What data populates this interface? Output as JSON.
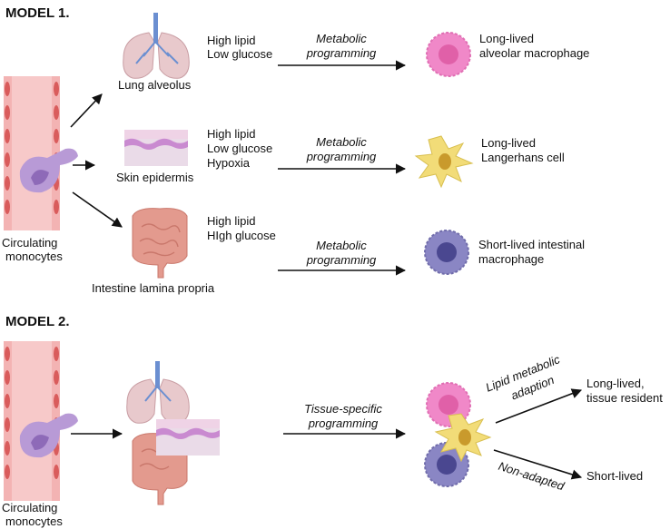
{
  "model1": {
    "title": "MODEL 1.",
    "vessel_label": [
      "Circulating",
      "monocytes"
    ],
    "rows": [
      {
        "tissue": "Lung alveolus",
        "conditions": [
          "High lipid",
          "Low glucose"
        ],
        "process": [
          "Metabolic",
          "programming"
        ],
        "outcome": [
          "Long-lived",
          "alveolar macrophage"
        ],
        "cell_color": "#f088c8"
      },
      {
        "tissue": "Skin epidermis",
        "conditions": [
          "High lipid",
          "Low glucose",
          "Hypoxia"
        ],
        "process": [
          "Metabolic",
          "programming"
        ],
        "outcome": [
          "Long-lived",
          "Langerhans cell"
        ],
        "cell_color": "#f2dc78"
      },
      {
        "tissue": "Intestine lamina propria",
        "conditions": [
          "High lipid",
          "HIgh glucose"
        ],
        "process": [
          "Metabolic",
          "programming"
        ],
        "outcome": [
          "Short-lived intestinal",
          "macrophage"
        ],
        "cell_color": "#8a86c4"
      }
    ]
  },
  "model2": {
    "title": "MODEL 2.",
    "vessel_label": [
      "Circulating",
      "monocytes"
    ],
    "process": [
      "Tissue-specific",
      "programming"
    ],
    "branch_up": [
      "Lipid metabolic",
      "adaption"
    ],
    "branch_down": "Non-adapted",
    "outcome_up": [
      "Long-lived,",
      "tissue resident"
    ],
    "outcome_down": "Short-lived"
  },
  "colors": {
    "vessel_wall": "#f7c9c9",
    "vessel_cell": "#d95c5c",
    "monocyte": "#b89ad6",
    "lung": "#e8c9cc",
    "trachea": "#6b8fd1",
    "skin_top": "#efd3e6",
    "skin_band": "#c98ad0",
    "intestine": "#e39a8e"
  }
}
